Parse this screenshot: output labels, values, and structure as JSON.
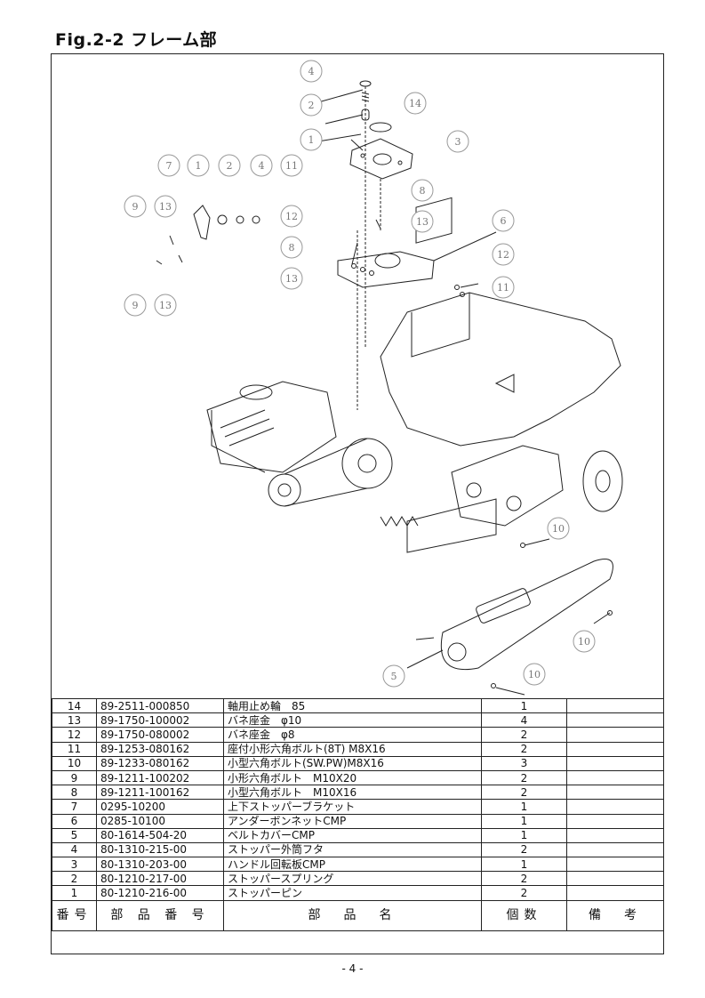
{
  "figure_title": "Fig.2-2 フレーム部",
  "callouts": [
    "4",
    "2",
    "1",
    "14",
    "3",
    "7",
    "1",
    "2",
    "4",
    "11",
    "9",
    "13",
    "12",
    "8",
    "8",
    "13",
    "6",
    "13",
    "12",
    "11",
    "9",
    "13",
    "10",
    "10",
    "5",
    "10"
  ],
  "parts": [
    {
      "no": "14",
      "part_no": "89-2511-000850",
      "name": "軸用止め輪　85",
      "qty": "1",
      "remarks": ""
    },
    {
      "no": "13",
      "part_no": "89-1750-100002",
      "name": "バネ座金　φ10",
      "qty": "4",
      "remarks": ""
    },
    {
      "no": "12",
      "part_no": "89-1750-080002",
      "name": "バネ座金　φ8",
      "qty": "2",
      "remarks": ""
    },
    {
      "no": "11",
      "part_no": "89-1253-080162",
      "name": "座付小形六角ボルト(8T) M8X16",
      "qty": "2",
      "remarks": ""
    },
    {
      "no": "10",
      "part_no": "89-1233-080162",
      "name": "小型六角ボルト(SW.PW)M8X16",
      "qty": "3",
      "remarks": ""
    },
    {
      "no": "9",
      "part_no": "89-1211-100202",
      "name": "小形六角ボルト　M10X20",
      "qty": "2",
      "remarks": ""
    },
    {
      "no": "8",
      "part_no": "89-1211-100162",
      "name": "小型六角ボルト　M10X16",
      "qty": "2",
      "remarks": ""
    },
    {
      "no": "7",
      "part_no": "0295-10200",
      "name": "上下ストッパーブラケット",
      "qty": "1",
      "remarks": ""
    },
    {
      "no": "6",
      "part_no": "0285-10100",
      "name": "アンダーボンネットCMP",
      "qty": "1",
      "remarks": ""
    },
    {
      "no": "5",
      "part_no": "80-1614-504-20",
      "name": "ベルトカバーCMP",
      "qty": "1",
      "remarks": ""
    },
    {
      "no": "4",
      "part_no": "80-1310-215-00",
      "name": "ストッパー外筒フタ",
      "qty": "2",
      "remarks": ""
    },
    {
      "no": "3",
      "part_no": "80-1310-203-00",
      "name": "ハンドル回転板CMP",
      "qty": "1",
      "remarks": ""
    },
    {
      "no": "2",
      "part_no": "80-1210-217-00",
      "name": "ストッパースプリング",
      "qty": "2",
      "remarks": ""
    },
    {
      "no": "1",
      "part_no": "80-1210-216-00",
      "name": "ストッパーピン",
      "qty": "2",
      "remarks": ""
    }
  ],
  "header": {
    "no": "番号",
    "part_no": "部 品 番 号",
    "name": "部　品　名",
    "qty": "個数",
    "remarks": "備　考"
  },
  "page_number": "- 4 -"
}
